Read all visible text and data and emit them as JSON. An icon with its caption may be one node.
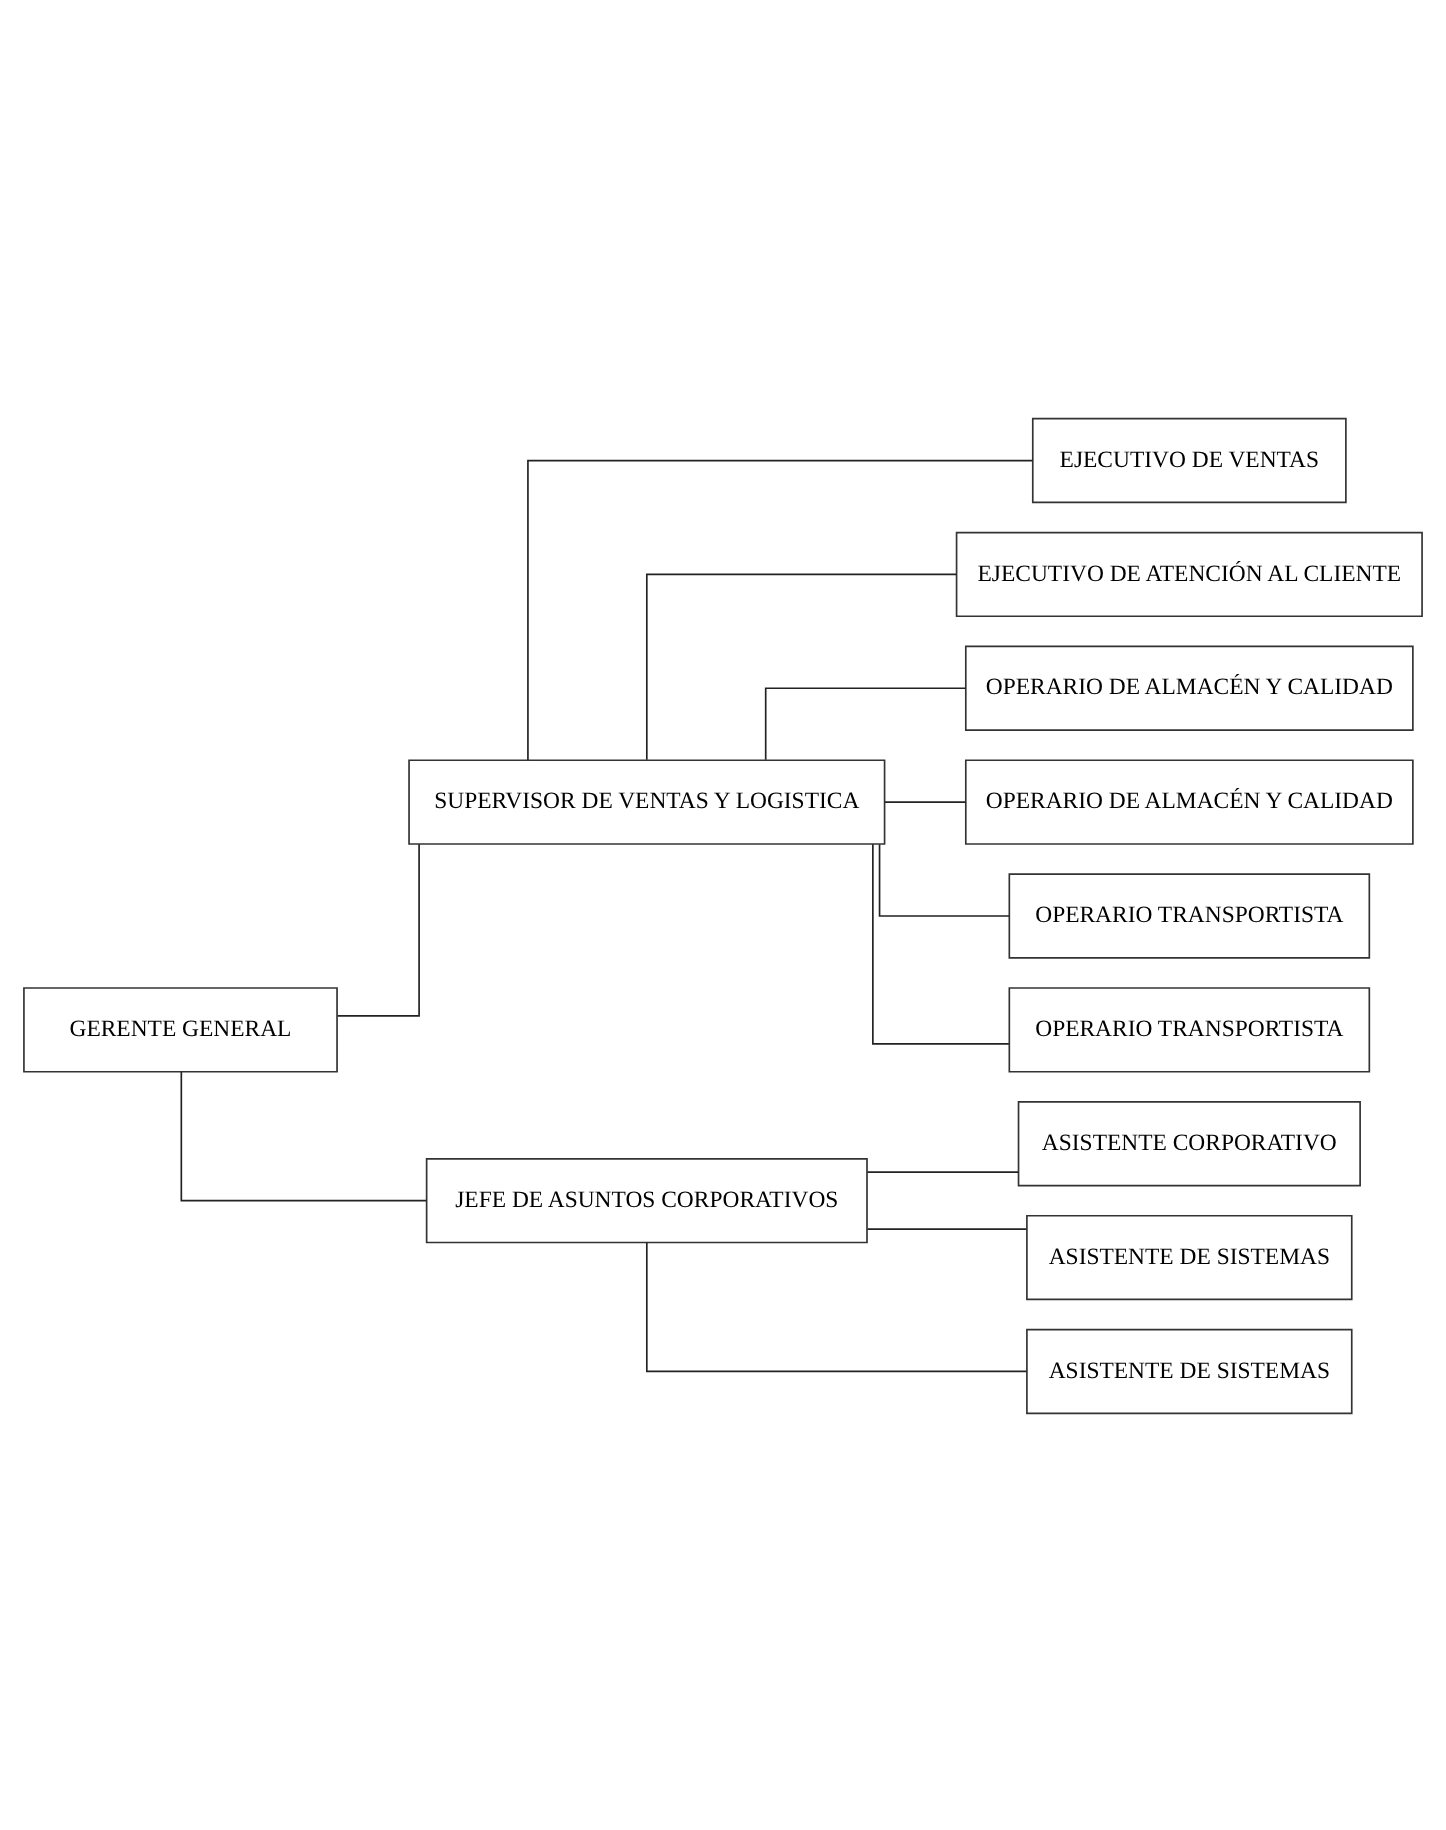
{
  "diagram": {
    "nodes": [
      {
        "text": [
          "GERENTE GENERAL"
        ]
      },
      {
        "text": [
          "SUPERVISOR DE VENTAS Y LOGISTICA"
        ]
      },
      {
        "text": [
          "JEFE DE ASUNTOS CORPORATIVOS"
        ]
      },
      {
        "text": [
          "EJECUTIVO DE VENTAS"
        ]
      },
      {
        "text": [
          "EJECUTIVO DE ATENCIÓN AL CLIENTE"
        ]
      },
      {
        "text": [
          "OPERARIO DE ALMACÉN Y CALIDAD"
        ]
      },
      {
        "text": [
          "OPERARIO DE ALMACÉN Y CALIDAD"
        ]
      },
      {
        "text": [
          "OPERARIO TRANSPORTISTA"
        ]
      },
      {
        "text": [
          "OPERARIO TRANSPORTISTA"
        ]
      },
      {
        "text": [
          "ASISTENTE CORPORATIVO"
        ]
      },
      {
        "text": [
          "ASISTENTE DE SISTEMAS"
        ]
      },
      {
        "text": [
          "ASISTENTE DE SISTEMAS"
        ]
      }
    ],
    "edges": [
      {
        "from": 0,
        "to": 1,
        "arrow": "none"
      },
      {
        "from": 0,
        "to": 2,
        "arrow": "none"
      },
      {
        "from": 1,
        "to": 3,
        "arrow": "none"
      },
      {
        "from": 1,
        "to": 4,
        "arrow": "none"
      },
      {
        "from": 1,
        "to": 5,
        "arrow": "none"
      },
      {
        "from": 1,
        "to": 6,
        "arrow": "none"
      },
      {
        "from": 1,
        "to": 7,
        "arrow": "none"
      },
      {
        "from": 1,
        "to": 8,
        "arrow": "none"
      },
      {
        "from": 2,
        "to": 9,
        "arrow": "none"
      },
      {
        "from": 2,
        "to": 10,
        "arrow": "none"
      },
      {
        "from": 2,
        "to": 11,
        "arrow": "none"
      }
    ]
  }
}
